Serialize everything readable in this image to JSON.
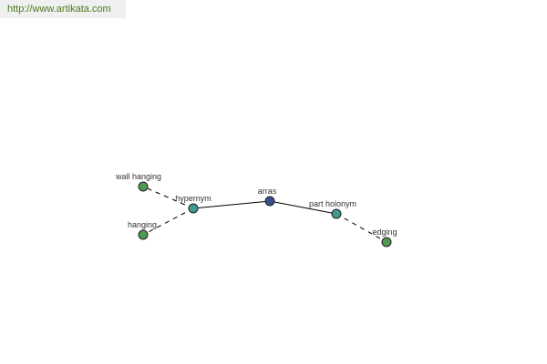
{
  "source": {
    "url_text": "http://www.artikata.com"
  },
  "graph": {
    "nodes": {
      "center": {
        "label": "arras",
        "color": "#3a4f8f"
      },
      "hypernym": {
        "label": "hypernym",
        "color": "#3f9a8f"
      },
      "part_holonym": {
        "label": "part holonym",
        "color": "#3f9a8f"
      },
      "wall_hanging": {
        "label": "wall hanging",
        "color": "#4e9a4e"
      },
      "hanging": {
        "label": "hanging",
        "color": "#4e9a4e"
      },
      "edging": {
        "label": "edging",
        "color": "#4e9a4e"
      }
    },
    "line_color": "#000000"
  }
}
